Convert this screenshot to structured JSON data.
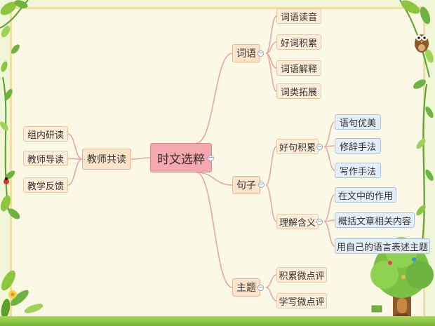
{
  "mindmap": {
    "root": {
      "label": "时文选粹"
    },
    "left_branch": {
      "label": "教师共读",
      "children": [
        "组内研读",
        "教师导读",
        "教学反馈"
      ]
    },
    "right_branches": [
      {
        "label": "词语",
        "children": [
          "词语读音",
          "好词积累",
          "词语解释",
          "词类拓展"
        ]
      },
      {
        "label": "句子",
        "children": [
          {
            "label": "好句积累",
            "children": [
              "语句优美",
              "修辞手法",
              "写作手法"
            ]
          },
          {
            "label": "理解含义",
            "children": [
              "在文中的作用",
              "概括文章相关内容",
              "用自己的语言表述主题"
            ]
          }
        ]
      },
      {
        "label": "主题",
        "children": [
          "积累微点评",
          "学写微点评"
        ]
      }
    ],
    "collapse_symbol": "−"
  },
  "colors": {
    "connector": "#e4a8a2",
    "root_fill": "#f2a8ac",
    "branch_fill": "#fbe3c9",
    "blue_fill": "#e4eef9",
    "paper": "#fbf8e6",
    "border": "#f1dda0"
  },
  "decor": {
    "tree_house_door_sign": "Tree"
  }
}
